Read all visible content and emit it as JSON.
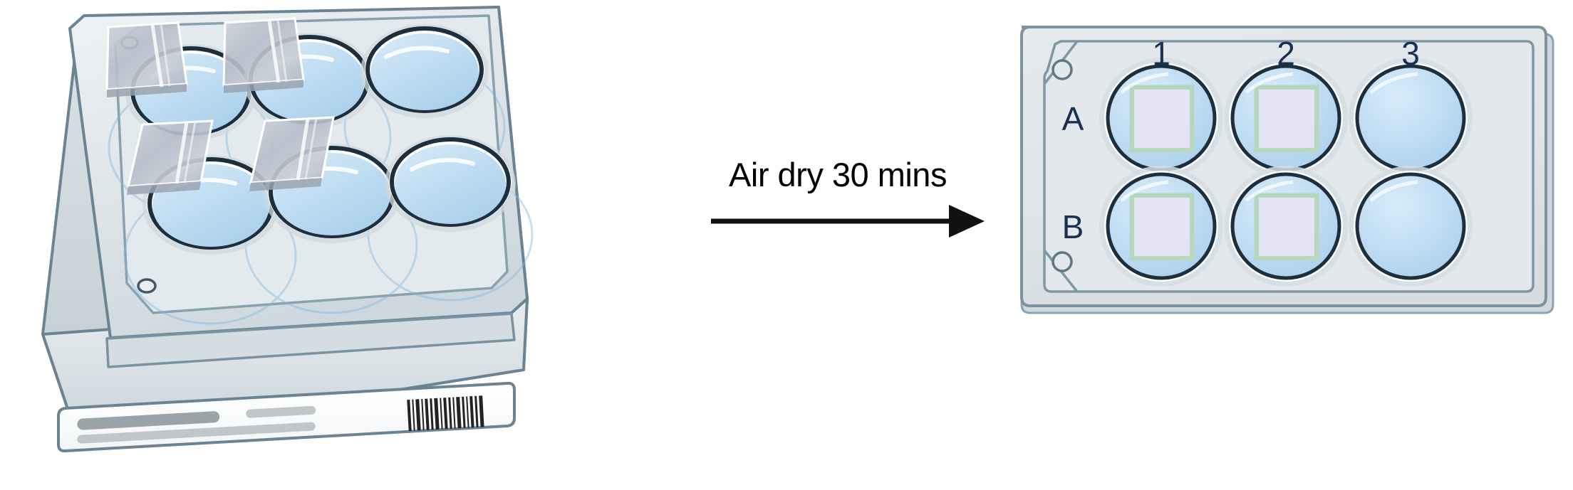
{
  "diagram": {
    "title": "Coverslip air-dry protocol step",
    "background": "#ffffff",
    "step_label": "Air dry 30 mins"
  },
  "arrow": {
    "name": "process-arrow",
    "direction": "right",
    "color": "#111111"
  },
  "source_plate": {
    "name": "six-well-plate-perspective",
    "view": "3d-perspective",
    "rows": 2,
    "columns": 3,
    "wells_total": 6,
    "coverslips_present": 4,
    "coverslip_wells": [
      "A1",
      "A2",
      "B1",
      "B2"
    ],
    "empty_wells": [
      "A3",
      "B3"
    ],
    "barcode_present": true,
    "label_strip_present": true,
    "alignment_holes": 2
  },
  "result_plate": {
    "name": "six-well-plate-topdown",
    "view": "top-down",
    "column_headers": [
      "1",
      "2",
      "3"
    ],
    "row_headers": [
      "A",
      "B"
    ],
    "alignment_holes": 2,
    "wells": [
      {
        "id": "A1",
        "row": "A",
        "column": "1",
        "has_coverslip": true
      },
      {
        "id": "A2",
        "row": "A",
        "column": "2",
        "has_coverslip": true
      },
      {
        "id": "A3",
        "row": "A",
        "column": "3",
        "has_coverslip": false
      },
      {
        "id": "B1",
        "row": "B",
        "column": "1",
        "has_coverslip": true
      },
      {
        "id": "B2",
        "row": "B",
        "column": "2",
        "has_coverslip": true
      },
      {
        "id": "B3",
        "row": "B",
        "column": "3",
        "has_coverslip": false
      }
    ]
  },
  "colors": {
    "plate_body": "#dfe5e8",
    "plate_edge": "#6b8393",
    "well_fluid": "#c3dff2",
    "well_rim_dark": "#1d2e3d",
    "coverslip_fill": "#e6e4f4",
    "coverslip_border": "#b6d7bf",
    "label_text": "#1b3050",
    "step_text": "#000000",
    "glass_slide": "#b9bfc9",
    "barcode": "#222222"
  }
}
